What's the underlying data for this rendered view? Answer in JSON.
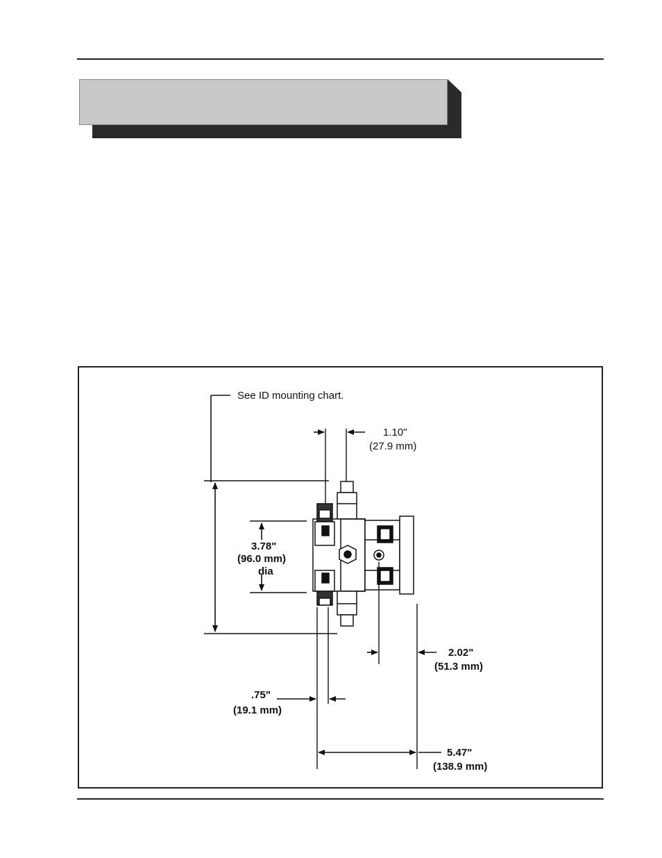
{
  "figure": {
    "note": "See ID mounting chart.",
    "dimensions": {
      "top_width": {
        "inch": "1.10\"",
        "mm": "(27.9 mm)"
      },
      "diameter": {
        "inch": "3.78\"",
        "mm": "(96.0 mm)",
        "suffix": "dia"
      },
      "depth_small": {
        "inch": "2.02\"",
        "mm": "(51.3 mm)"
      },
      "offset": {
        "inch": ".75\"",
        "mm": "(19.1 mm)"
      },
      "overall": {
        "inch": "5.47\"",
        "mm": "(138.9 mm)"
      }
    }
  }
}
